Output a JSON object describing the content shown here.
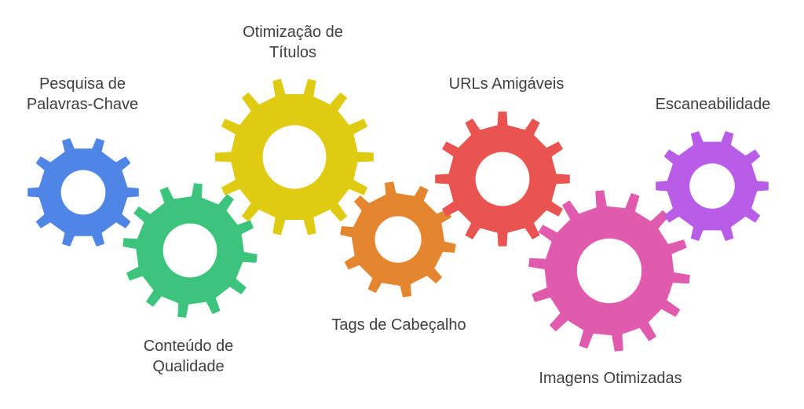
{
  "gears": [
    {
      "id": "pesquisa-palavras-chave",
      "label_lines": [
        "Pesquisa de",
        "Palavras-Chave"
      ],
      "color": "#4F86E6"
    },
    {
      "id": "conteudo-qualidade",
      "label_lines": [
        "Conteúdo de",
        "Qualidade"
      ],
      "color": "#3CC47C"
    },
    {
      "id": "otimizacao-titulos",
      "label_lines": [
        "Otimização de",
        "Títulos"
      ],
      "color": "#DFCB12"
    },
    {
      "id": "tags-cabecalho",
      "label_lines": [
        "Tags de Cabeçalho"
      ],
      "color": "#E48630"
    },
    {
      "id": "urls-amigaveis",
      "label_lines": [
        "URLs Amigáveis"
      ],
      "color": "#E95450"
    },
    {
      "id": "imagens-otimizadas",
      "label_lines": [
        "Imagens Otimizadas"
      ],
      "color": "#E05AAE"
    },
    {
      "id": "escaneabilidade",
      "label_lines": [
        "Escaneabilidade"
      ],
      "color": "#B95CE8"
    }
  ]
}
